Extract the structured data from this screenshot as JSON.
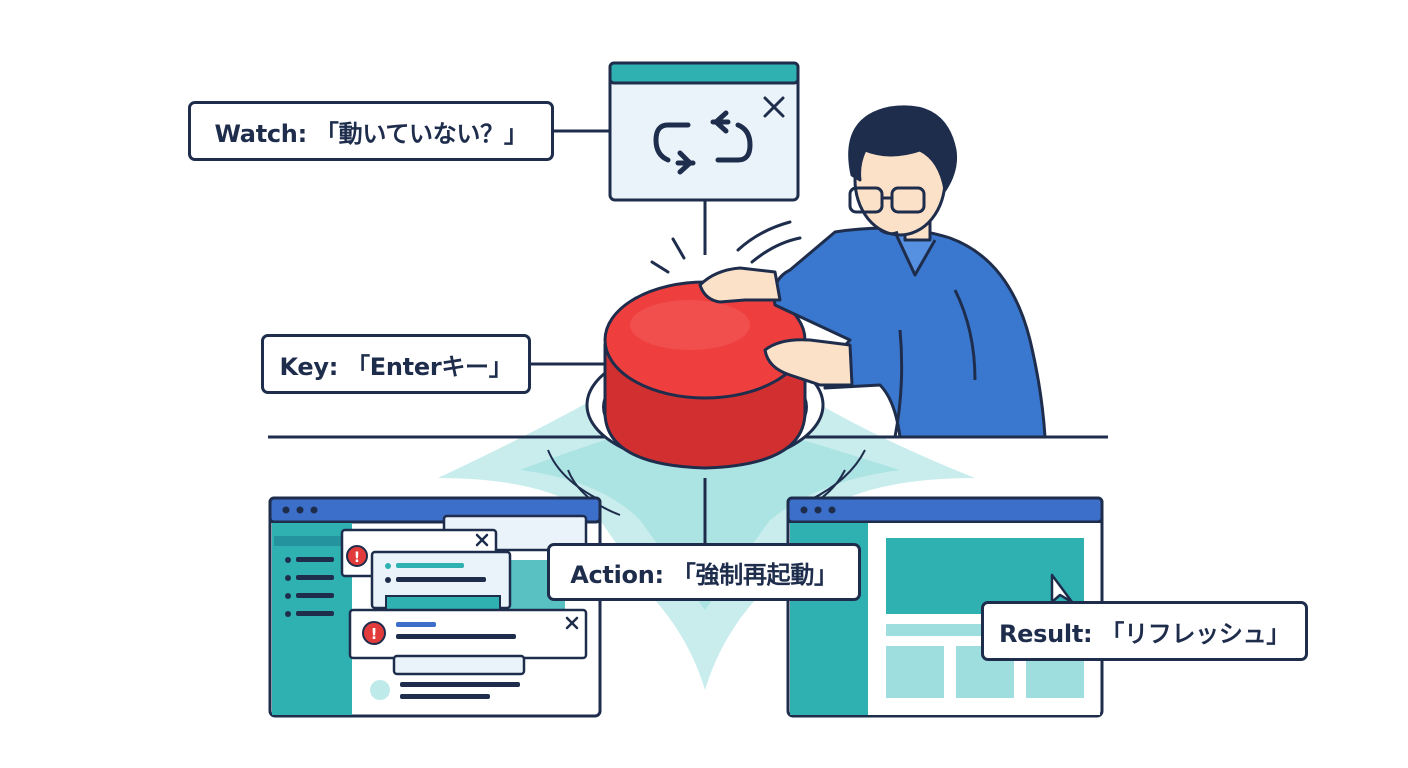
{
  "labels": {
    "watch": "Watch: 「動いていない？」",
    "key": "Key: 「Enterキー」",
    "action": "Action: 「強制再起動」",
    "result": "Result: 「リフレッシュ」"
  },
  "colors": {
    "outline": "#1f2d4d",
    "teal": "#2fb1b1",
    "teal_light": "#9fdede",
    "button_red": "#ef3e3e",
    "button_red_dark": "#d23030",
    "shirt_blue": "#3a78cf",
    "window_blue": "#3b6fc9",
    "alert_red": "#e23b3b"
  },
  "icons": [
    "refresh-icon",
    "close-icon",
    "alert-icon"
  ]
}
